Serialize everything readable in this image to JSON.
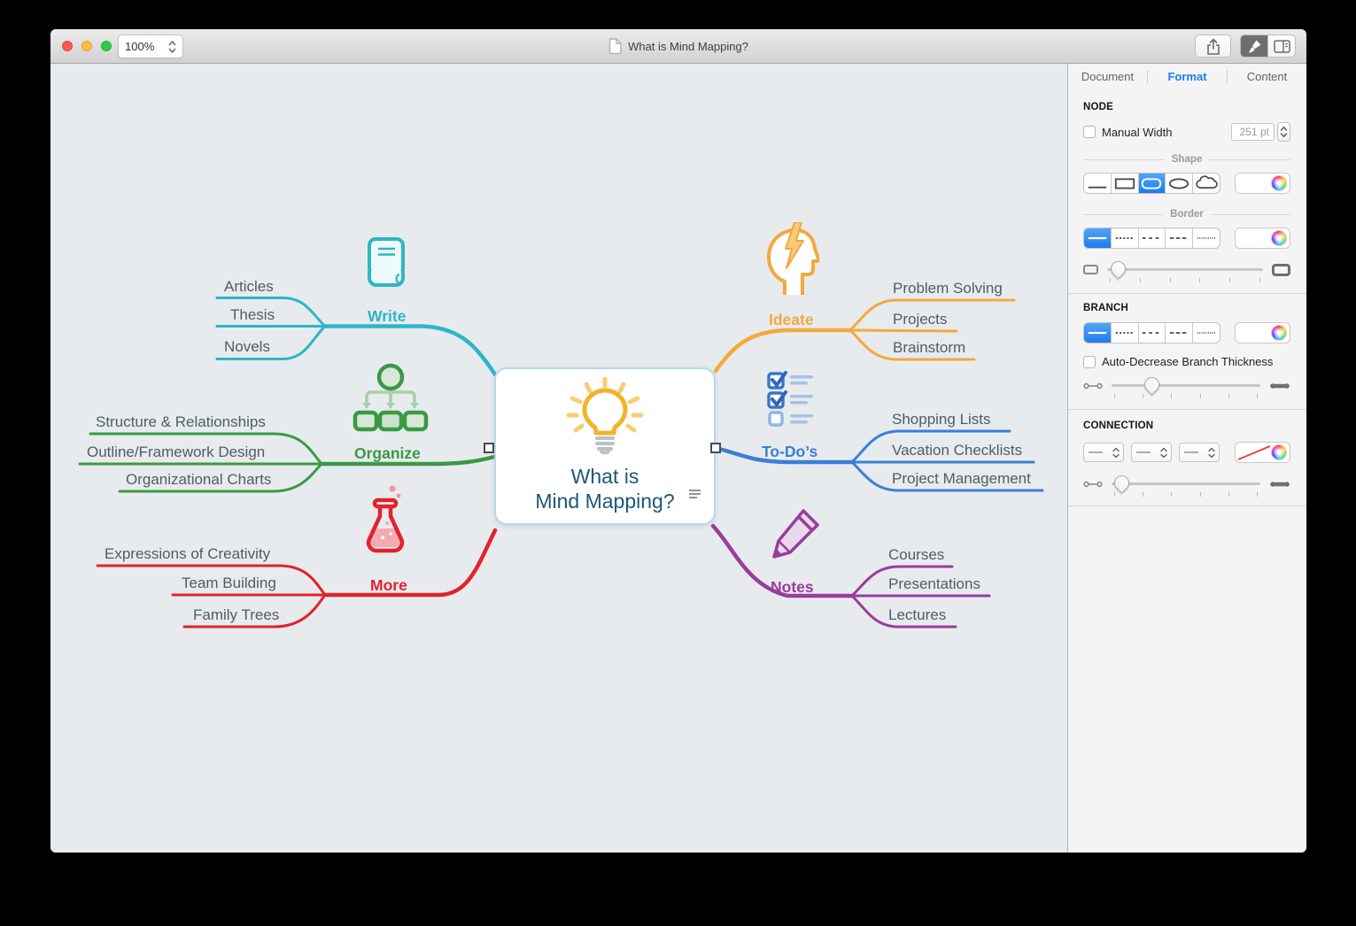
{
  "window": {
    "title": "What is Mind Mapping?",
    "zoom_level": "100%"
  },
  "toolbar": {
    "share_icon": "share-icon",
    "inspector_toggle_icon": "brush-icon",
    "panel_toggle_icon": "sidebar-panel-icon"
  },
  "sidebar": {
    "tabs": [
      {
        "label": "Document",
        "active": false
      },
      {
        "label": "Format",
        "active": true
      },
      {
        "label": "Content",
        "active": false
      }
    ],
    "accent_color": "#1d7cf0",
    "node": {
      "header": "NODE",
      "manual_width_label": "Manual Width",
      "manual_width_checked": false,
      "width_value": "251 pt",
      "shape_label": "Shape",
      "shape_options": [
        "line",
        "rectangle",
        "rounded-rectangle",
        "ellipse",
        "cloud"
      ],
      "shape_selected": "rounded-rectangle",
      "border_label": "Border",
      "stroke_options": [
        "solid",
        "dotted",
        "dashed",
        "long-dashed",
        "fine-dotted"
      ],
      "border_stroke_selected": "solid"
    },
    "branch": {
      "header": "BRANCH",
      "stroke_selected": "solid",
      "auto_decrease_label": "Auto-Decrease Branch Thickness",
      "auto_decrease_checked": false
    },
    "connection": {
      "header": "CONNECTION"
    }
  },
  "mindmap": {
    "center": {
      "line1": "What is",
      "line2": "Mind Mapping?",
      "icon": "lightbulb-icon",
      "text_color": "#1c5876"
    },
    "branches": [
      {
        "label": "Write",
        "color": "#2cb6c7",
        "icon": "book-icon",
        "children": [
          "Articles",
          "Thesis",
          "Novels"
        ]
      },
      {
        "label": "Organize",
        "color": "#3a9a43",
        "icon": "org-chart-icon",
        "children": [
          "Structure & Relationships",
          "Outline/Framework Design",
          "Organizational Charts"
        ]
      },
      {
        "label": "More",
        "color": "#e2222d",
        "icon": "flask-icon",
        "children": [
          "Expressions of Creativity",
          "Team Building",
          "Family Trees"
        ]
      },
      {
        "label": "Ideate",
        "color": "#f3a93c",
        "icon": "head-lightning-icon",
        "children": [
          "Problem Solving",
          "Projects",
          "Brainstorm"
        ]
      },
      {
        "label": "To-Do’s",
        "color": "#3a7fd5",
        "icon": "checklist-icon",
        "children": [
          "Shopping Lists",
          "Vacation Checklists",
          "Project Management"
        ]
      },
      {
        "label": "Notes",
        "color": "#993c9c",
        "icon": "pencil-icon",
        "children": [
          "Courses",
          "Presentations",
          "Lectures"
        ]
      }
    ]
  }
}
